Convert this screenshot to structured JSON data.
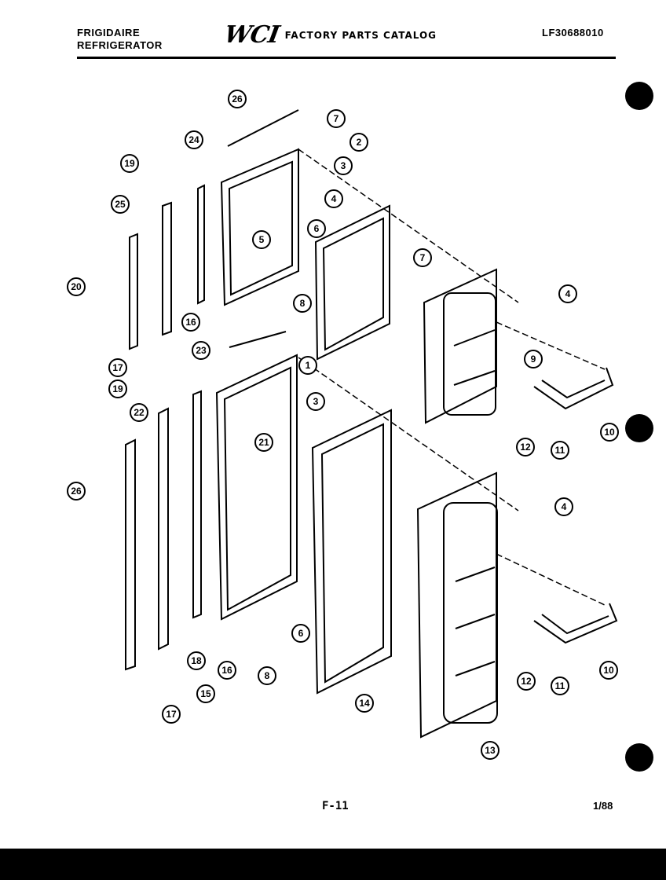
{
  "header": {
    "brand_line1": "FRIGIDAIRE",
    "brand_line2": "REFRIGERATOR",
    "logo": "WCI",
    "catalog_title": "FACTORY PARTS CATALOG",
    "model": "LF30688010"
  },
  "footer": {
    "page": "F-11",
    "date": "1/88"
  },
  "callouts": [
    "26",
    "7",
    "2",
    "3",
    "4",
    "24",
    "19",
    "25",
    "5",
    "6",
    "7",
    "20",
    "8",
    "16",
    "4",
    "17",
    "23",
    "1",
    "9",
    "19",
    "3",
    "22",
    "21",
    "12",
    "11",
    "10",
    "26",
    "4",
    "18",
    "16",
    "8",
    "6",
    "15",
    "14",
    "12",
    "11",
    "10",
    "17",
    "13"
  ]
}
